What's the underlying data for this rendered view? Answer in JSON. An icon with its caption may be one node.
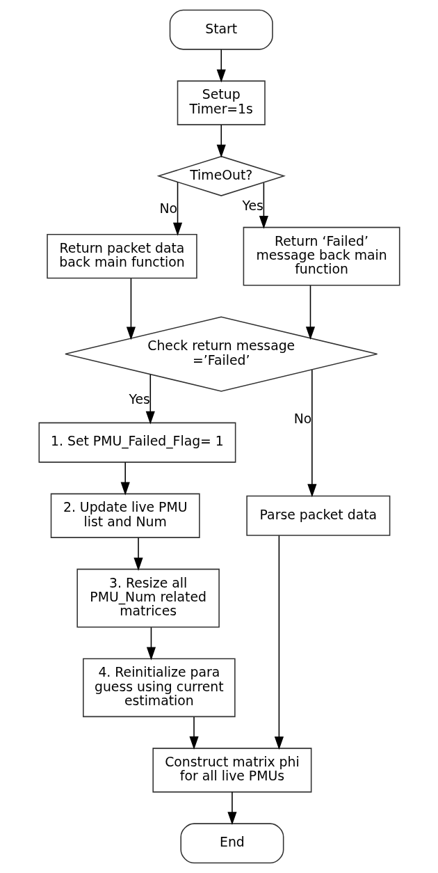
{
  "diagram": {
    "nodes": [
      {
        "text": [
          "Start"
        ]
      },
      {
        "text": [
          "Setup Timer=1s"
        ]
      },
      {
        "text": [
          "TimeOut?"
        ]
      },
      {
        "text": [
          "Return packet data back main function"
        ]
      },
      {
        "text": [
          "Return ‘Failed’ message back main function"
        ]
      },
      {
        "text": [
          "Check return message =’Failed’"
        ]
      },
      {
        "text": [
          "1. Set PMU_Failed_Flag= 1"
        ]
      },
      {
        "text": [
          "2. Update live PMU list and Num"
        ]
      },
      {
        "text": [
          "3. Resize all PMU_Num related matrices"
        ]
      },
      {
        "text": [
          "4. Reinitialize para guess using current estimation"
        ]
      },
      {
        "text": [
          "Parse packet data"
        ]
      },
      {
        "text": [
          "Construct matrix phi for all live PMUs"
        ]
      },
      {
        "text": [
          "End"
        ]
      }
    ],
    "edges": [
      {
        "from": 0,
        "to": 1,
        "arrow": "to"
      },
      {
        "from": 1,
        "to": 2,
        "arrow": "to"
      },
      {
        "from": 2,
        "to": 3,
        "arrow": "to",
        "label": "No"
      },
      {
        "from": 2,
        "to": 4,
        "arrow": "to",
        "label": "Yes"
      },
      {
        "from": 3,
        "to": 5,
        "arrow": "to"
      },
      {
        "from": 4,
        "to": 5,
        "arrow": "to"
      },
      {
        "from": 5,
        "to": 10,
        "arrow": "to",
        "label": "No"
      },
      {
        "from": 5,
        "to": 6,
        "arrow": "to",
        "label": "Yes"
      },
      {
        "from": 6,
        "to": 7,
        "arrow": "to"
      },
      {
        "from": 7,
        "to": 8,
        "arrow": "to"
      },
      {
        "from": 8,
        "to": 9,
        "arrow": "to"
      },
      {
        "from": 10,
        "to": 11,
        "arrow": "to"
      },
      {
        "from": 9,
        "to": 11,
        "arrow": "to"
      },
      {
        "from": 11,
        "to": 12,
        "arrow": "to"
      }
    ]
  }
}
